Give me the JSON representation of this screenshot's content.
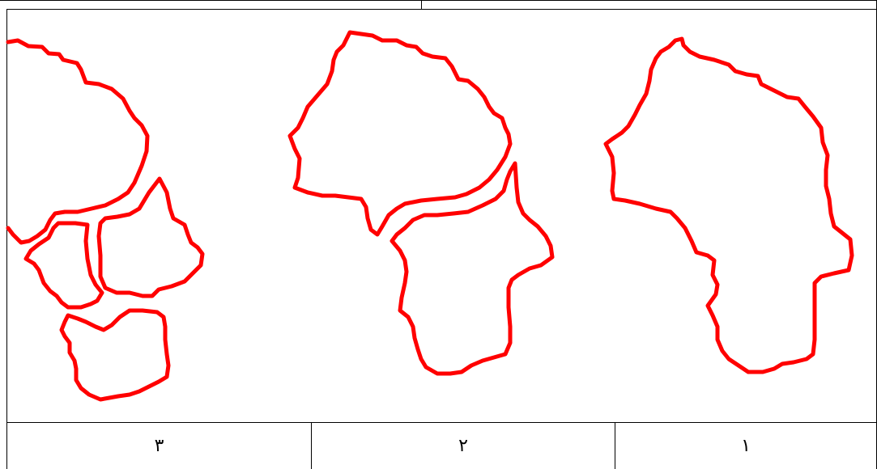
{
  "table": {
    "labels": [
      "٣",
      "٢",
      "١"
    ],
    "stroke_color": "#ff0000",
    "border_color": "#000000"
  }
}
